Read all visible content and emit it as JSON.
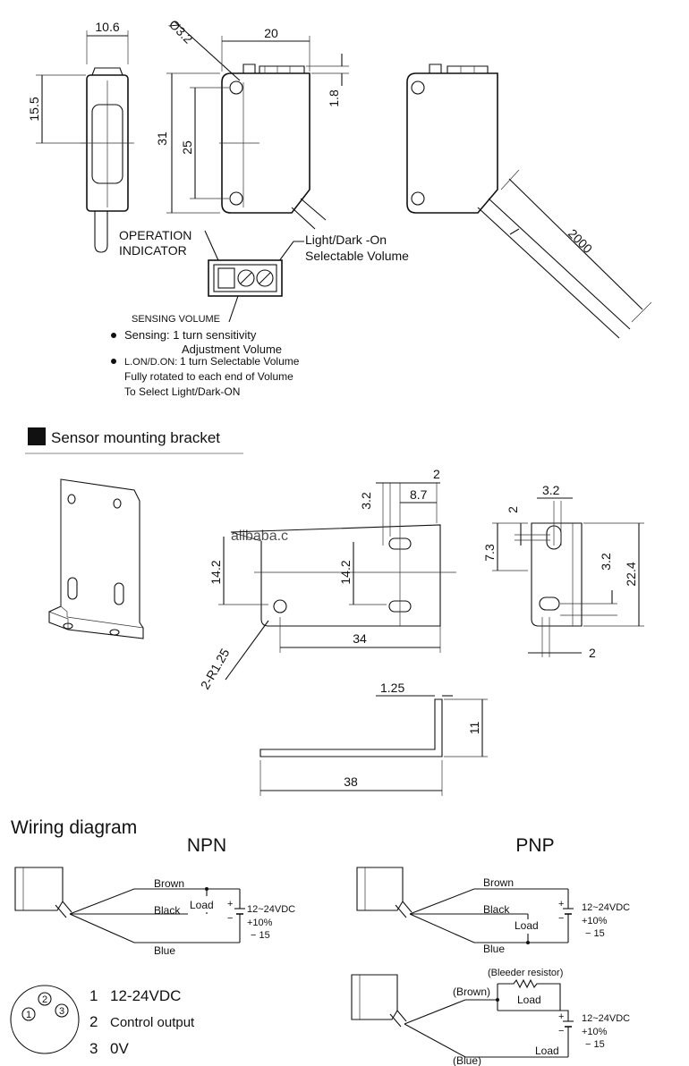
{
  "sensor_dims": {
    "width": "10.6",
    "height_left": "15.5",
    "hole_dia": "Ø3.2",
    "body_width": "20",
    "body_height": "31",
    "hole_pitch": "25",
    "top_offset": "1.8",
    "cable_len": "2000"
  },
  "indicator": {
    "op_line1": "OPERATION",
    "op_line2": "INDICATOR",
    "ld_line1": "Light/Dark -On",
    "ld_line2": "Selectable Volume",
    "sensing_volume": "SENSING VOLUME"
  },
  "notes": {
    "n1a": "Sensing: 1 turn sensitivity",
    "n1b": "Adjustment Volume",
    "n2a_label": "L.ON/D.ON:",
    "n2a": "1 turn Selectable Volume",
    "n2b": "Fully rotated  to each end of Volume",
    "n2c": "To Select Light/Dark-ON"
  },
  "bracket": {
    "title": "Sensor mounting bracket",
    "d_3_2_a": "3.2",
    "d_2_a": "2",
    "d_8_7": "8.7",
    "d_14_2_a": "14.2",
    "d_14_2_b": "14.2",
    "d_34": "34",
    "d_r125": "2-R1.25",
    "d_3_2_b": "3.2",
    "d_2_b": "2",
    "d_7_3": "7.3",
    "d_3_2_c": "3.2",
    "d_22_4": "22.4",
    "d_2_c": "2",
    "d_1_25": "1.25",
    "d_11": "11",
    "d_38": "38",
    "watermark": "alibaba.c"
  },
  "wiring": {
    "title": "Wiring diagram",
    "npn": "NPN",
    "pnp": "PNP",
    "brown": "Brown",
    "black": "Black",
    "blue": "Blue",
    "load": "Load",
    "vdc": "12~24VDC",
    "tol1": "+10%",
    "tol2": "− 15",
    "bleeder": "(Bleeder resistor)",
    "brown_p": "(Brown)",
    "blue_p": "(Blue)"
  },
  "pins": {
    "p1": "1",
    "p2": "2",
    "p3": "3",
    "l1_num": "1",
    "l1": "12-24VDC",
    "l2_num": "2",
    "l2": "Control output",
    "l3_num": "3",
    "l3": "0V"
  }
}
